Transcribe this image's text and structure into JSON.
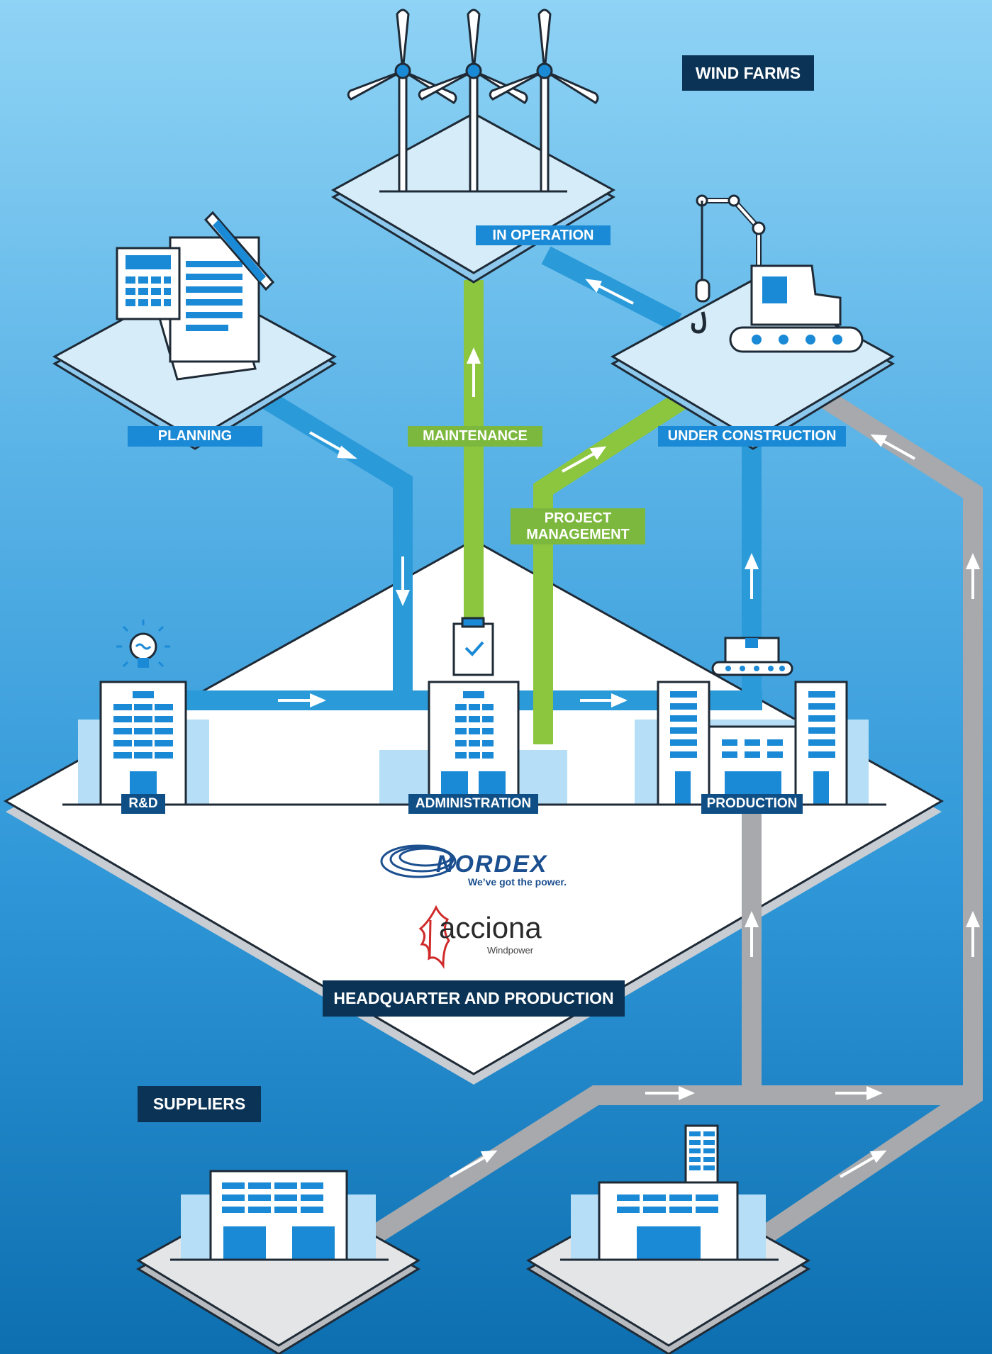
{
  "title_wind_farms": "WIND FARMS",
  "title_hq": "HEADQUARTER AND PRODUCTION",
  "title_suppliers": "SUPPLIERS",
  "stage_labels": {
    "in_operation": "IN OPERATION",
    "planning": "PLANNING",
    "maintenance": "MAINTENANCE",
    "under_construction": "UNDER CONSTRUCTION",
    "project_management": "PROJECT\nMANAGEMENT"
  },
  "building_labels": {
    "rd": "R&D",
    "administration": "ADMINISTRATION",
    "production": "PRODUCTION"
  },
  "logos": {
    "nordex_name": "NORDEX",
    "nordex_tagline": "We’ve got the power.",
    "acciona_name": "acciona",
    "acciona_sub": "Windpower"
  },
  "colors": {
    "dark_label": "#0b3355",
    "blue_label": "#1b8ad6",
    "green_label": "#7cb83e",
    "blue_path": "#2b9ad9",
    "green_path": "#8cc63f",
    "gray_path": "#a7a9ac"
  }
}
